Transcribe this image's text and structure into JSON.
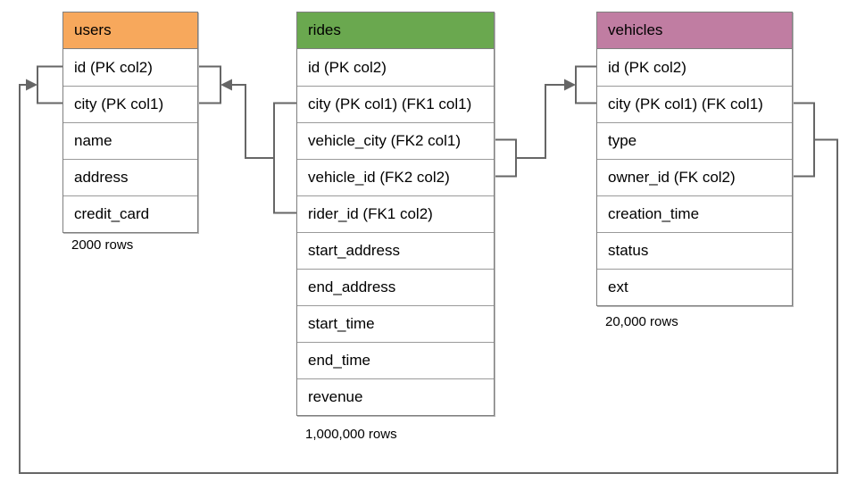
{
  "diagram": {
    "tables": {
      "users": {
        "title": "users",
        "header_color": "#F7A85C",
        "columns": [
          "id (PK col2)",
          "city (PK col1)",
          "name",
          "address",
          "credit_card"
        ],
        "row_count": "2000 rows"
      },
      "rides": {
        "title": "rides",
        "header_color": "#6AA84F",
        "columns": [
          "id (PK col2)",
          "city (PK col1) (FK1 col1)",
          "vehicle_city (FK2 col1)",
          "vehicle_id (FK2 col2)",
          "rider_id (FK1 col2)",
          "start_address",
          "end_address",
          "start_time",
          "end_time",
          "revenue"
        ],
        "row_count": "1,000,000 rows"
      },
      "vehicles": {
        "title": "vehicles",
        "header_color": "#C07DA2",
        "columns": [
          "id (PK col2)",
          "city (PK col1) (FK col1)",
          "type",
          "owner_id (FK col2)",
          "creation_time",
          "status",
          "ext"
        ],
        "row_count": "20,000 rows"
      }
    },
    "relationships": [
      {
        "name": "rides-to-users",
        "from": "rides (city, rider_id) FK1",
        "to": "users (id, city)"
      },
      {
        "name": "rides-to-vehicles",
        "from": "rides (vehicle_city, vehicle_id) FK2",
        "to": "vehicles (id, city)"
      },
      {
        "name": "vehicles-to-users",
        "from": "vehicles (city, owner_id) FK",
        "to": "users (id, city)"
      }
    ],
    "colors": {
      "connector": "#666666",
      "cell_border": "#9a9a9a",
      "table_border": "#7f7f7f",
      "text": "#000000",
      "background": "#ffffff"
    }
  }
}
